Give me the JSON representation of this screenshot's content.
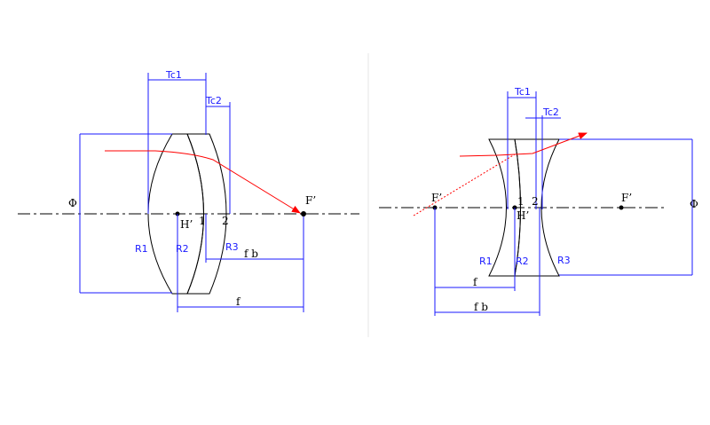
{
  "colors": {
    "dimension": "#1a1aff",
    "ray": "#ff0000",
    "outline": "#000000",
    "panel_divider": "#e6e6e6"
  },
  "left_lens": {
    "type": "convex doublet",
    "labels": {
      "phi": "Φ",
      "tc1": "Tc1",
      "tc2": "Tc2",
      "r1": "R1",
      "r2": "R2",
      "r3": "R3",
      "surface1": "1",
      "surface2": "2",
      "h_prime": "H’",
      "f_prime": "F’",
      "fb": "f b",
      "f": "f"
    }
  },
  "right_lens": {
    "type": "concave doublet",
    "labels": {
      "phi": "Φ",
      "tc1": "Tc1",
      "tc2": "Tc2",
      "r1": "R1",
      "r2": "R2",
      "r3": "R3",
      "surface1": "1",
      "surface2": "2",
      "h_prime": "H’",
      "f_prime_left": "F’",
      "f_prime_right": "F’",
      "f": "f",
      "fb": "f b"
    }
  }
}
